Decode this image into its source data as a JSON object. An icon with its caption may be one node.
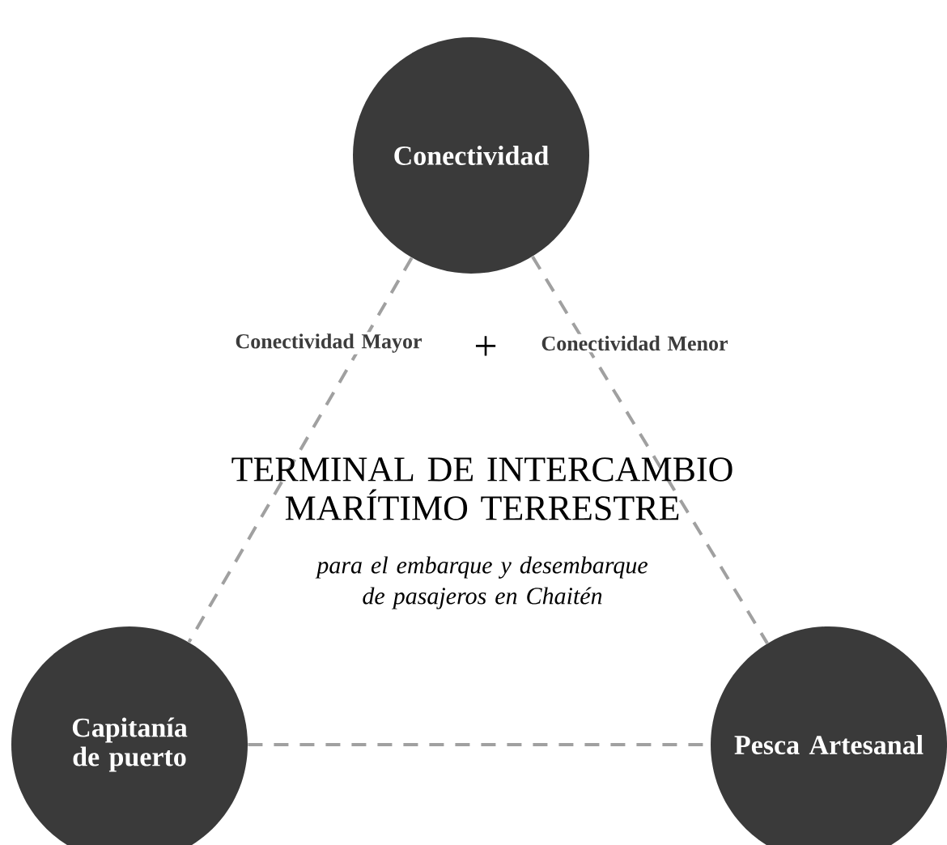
{
  "diagram": {
    "title": "TERMINAL DE INTERCAMBIO MARÍTIMO TERRESTRE",
    "nodes": [
      {
        "text": [
          "Conectividad"
        ]
      },
      {
        "text": [
          "Capitanía de puerto"
        ]
      },
      {
        "text": [
          "Pesca Artesanal"
        ]
      }
    ],
    "edges": [
      {
        "from": 0,
        "to": 1,
        "arrow": "none",
        "style": "dashed",
        "label": "Conectividad Mayor"
      },
      {
        "from": 0,
        "to": 2,
        "arrow": "none",
        "style": "dashed",
        "label": "Conectividad Menor"
      },
      {
        "from": 1,
        "to": 2,
        "arrow": "none",
        "style": "dashed"
      }
    ],
    "labels": [
      "+",
      "para el embarque y desembarque de pasajeros en Chaitén"
    ]
  }
}
